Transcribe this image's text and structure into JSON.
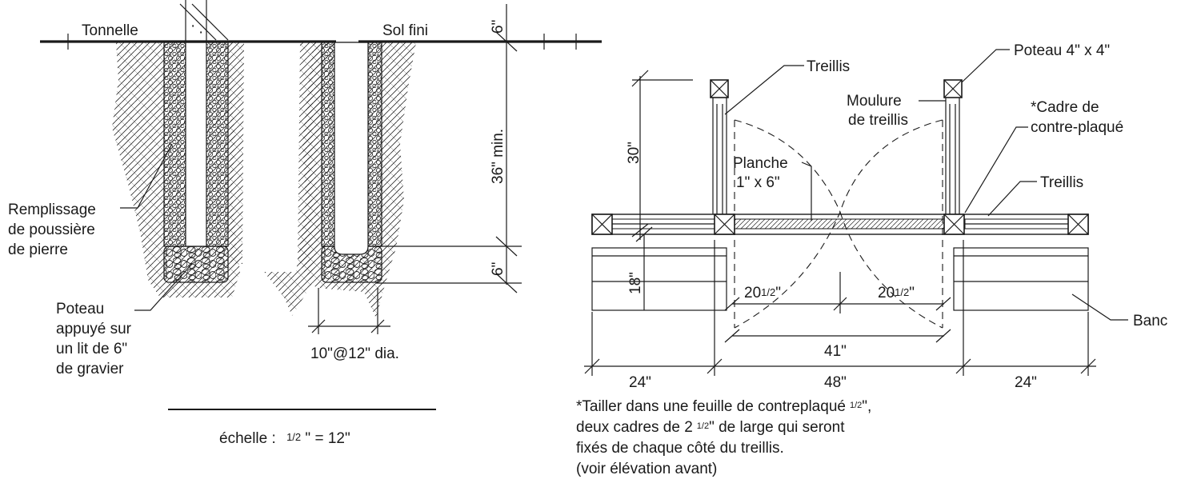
{
  "labels": {
    "tonnelle": "Tonnelle",
    "sol_fini": "Sol fini",
    "remplissage_1": "Remplissage",
    "remplissage_2": "de poussière",
    "remplissage_3": "de pierre",
    "poteau_1": "Poteau",
    "poteau_2": "appuyé sur",
    "poteau_3": "un lit de 6\"",
    "poteau_4": "de gravier",
    "dia": "10\"@12\" dia.",
    "treillis_top": "Treillis",
    "poteau_4x4": "Poteau 4\" x 4\"",
    "moulure_1": "Moulure",
    "moulure_2": "de treillis",
    "cadre_1": "*Cadre de",
    "cadre_2": "contre-plaqué",
    "planche_1": "Planche",
    "planche_2": "1\" x 6\"",
    "treillis_right": "Treillis",
    "banc": "Banc"
  },
  "dimensions": {
    "d6_top": "6\"",
    "d36": "36\" min.",
    "d6_bottom": "6\"",
    "d30": "30\"",
    "d18": "18\"",
    "d20a_main": "20",
    "d20a_frac": "1/2",
    "d20a_unit": "\"",
    "d20b_main": "20",
    "d20b_frac": "1/2",
    "d20b_unit": "\"",
    "d41": "41\"",
    "d24_left": "24\"",
    "d48": "48\"",
    "d24_right": "24\""
  },
  "scale": {
    "prefix": "échelle :",
    "frac": "1/2",
    "suffix": "\" = 12\""
  },
  "note": {
    "line1_a": "*Tailler dans une feuille de contreplaqué",
    "line1_frac": "1/2",
    "line1_b": "\",",
    "line2_a": "deux cadres de 2",
    "line2_frac": "1/2",
    "line2_b": "\" de large qui seront",
    "line3": "fixés de chaque côté du treillis.",
    "line4": "(voir élévation avant)"
  }
}
